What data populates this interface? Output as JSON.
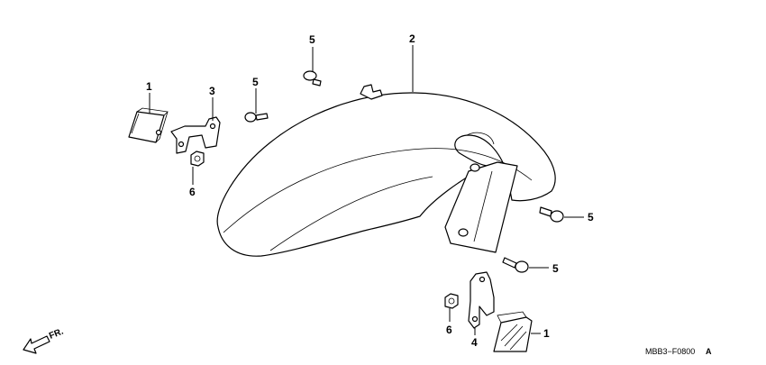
{
  "callouts": {
    "c1a": "1",
    "c1b": "1",
    "c2": "2",
    "c3": "3",
    "c4": "4",
    "c5a": "5",
    "c5b": "5",
    "c5c": "5",
    "c5d": "5",
    "c6a": "6",
    "c6b": "6"
  },
  "direction_label": "FR.",
  "drawing_code": "MBB3−F0800",
  "drawing_code_suffix": "A"
}
